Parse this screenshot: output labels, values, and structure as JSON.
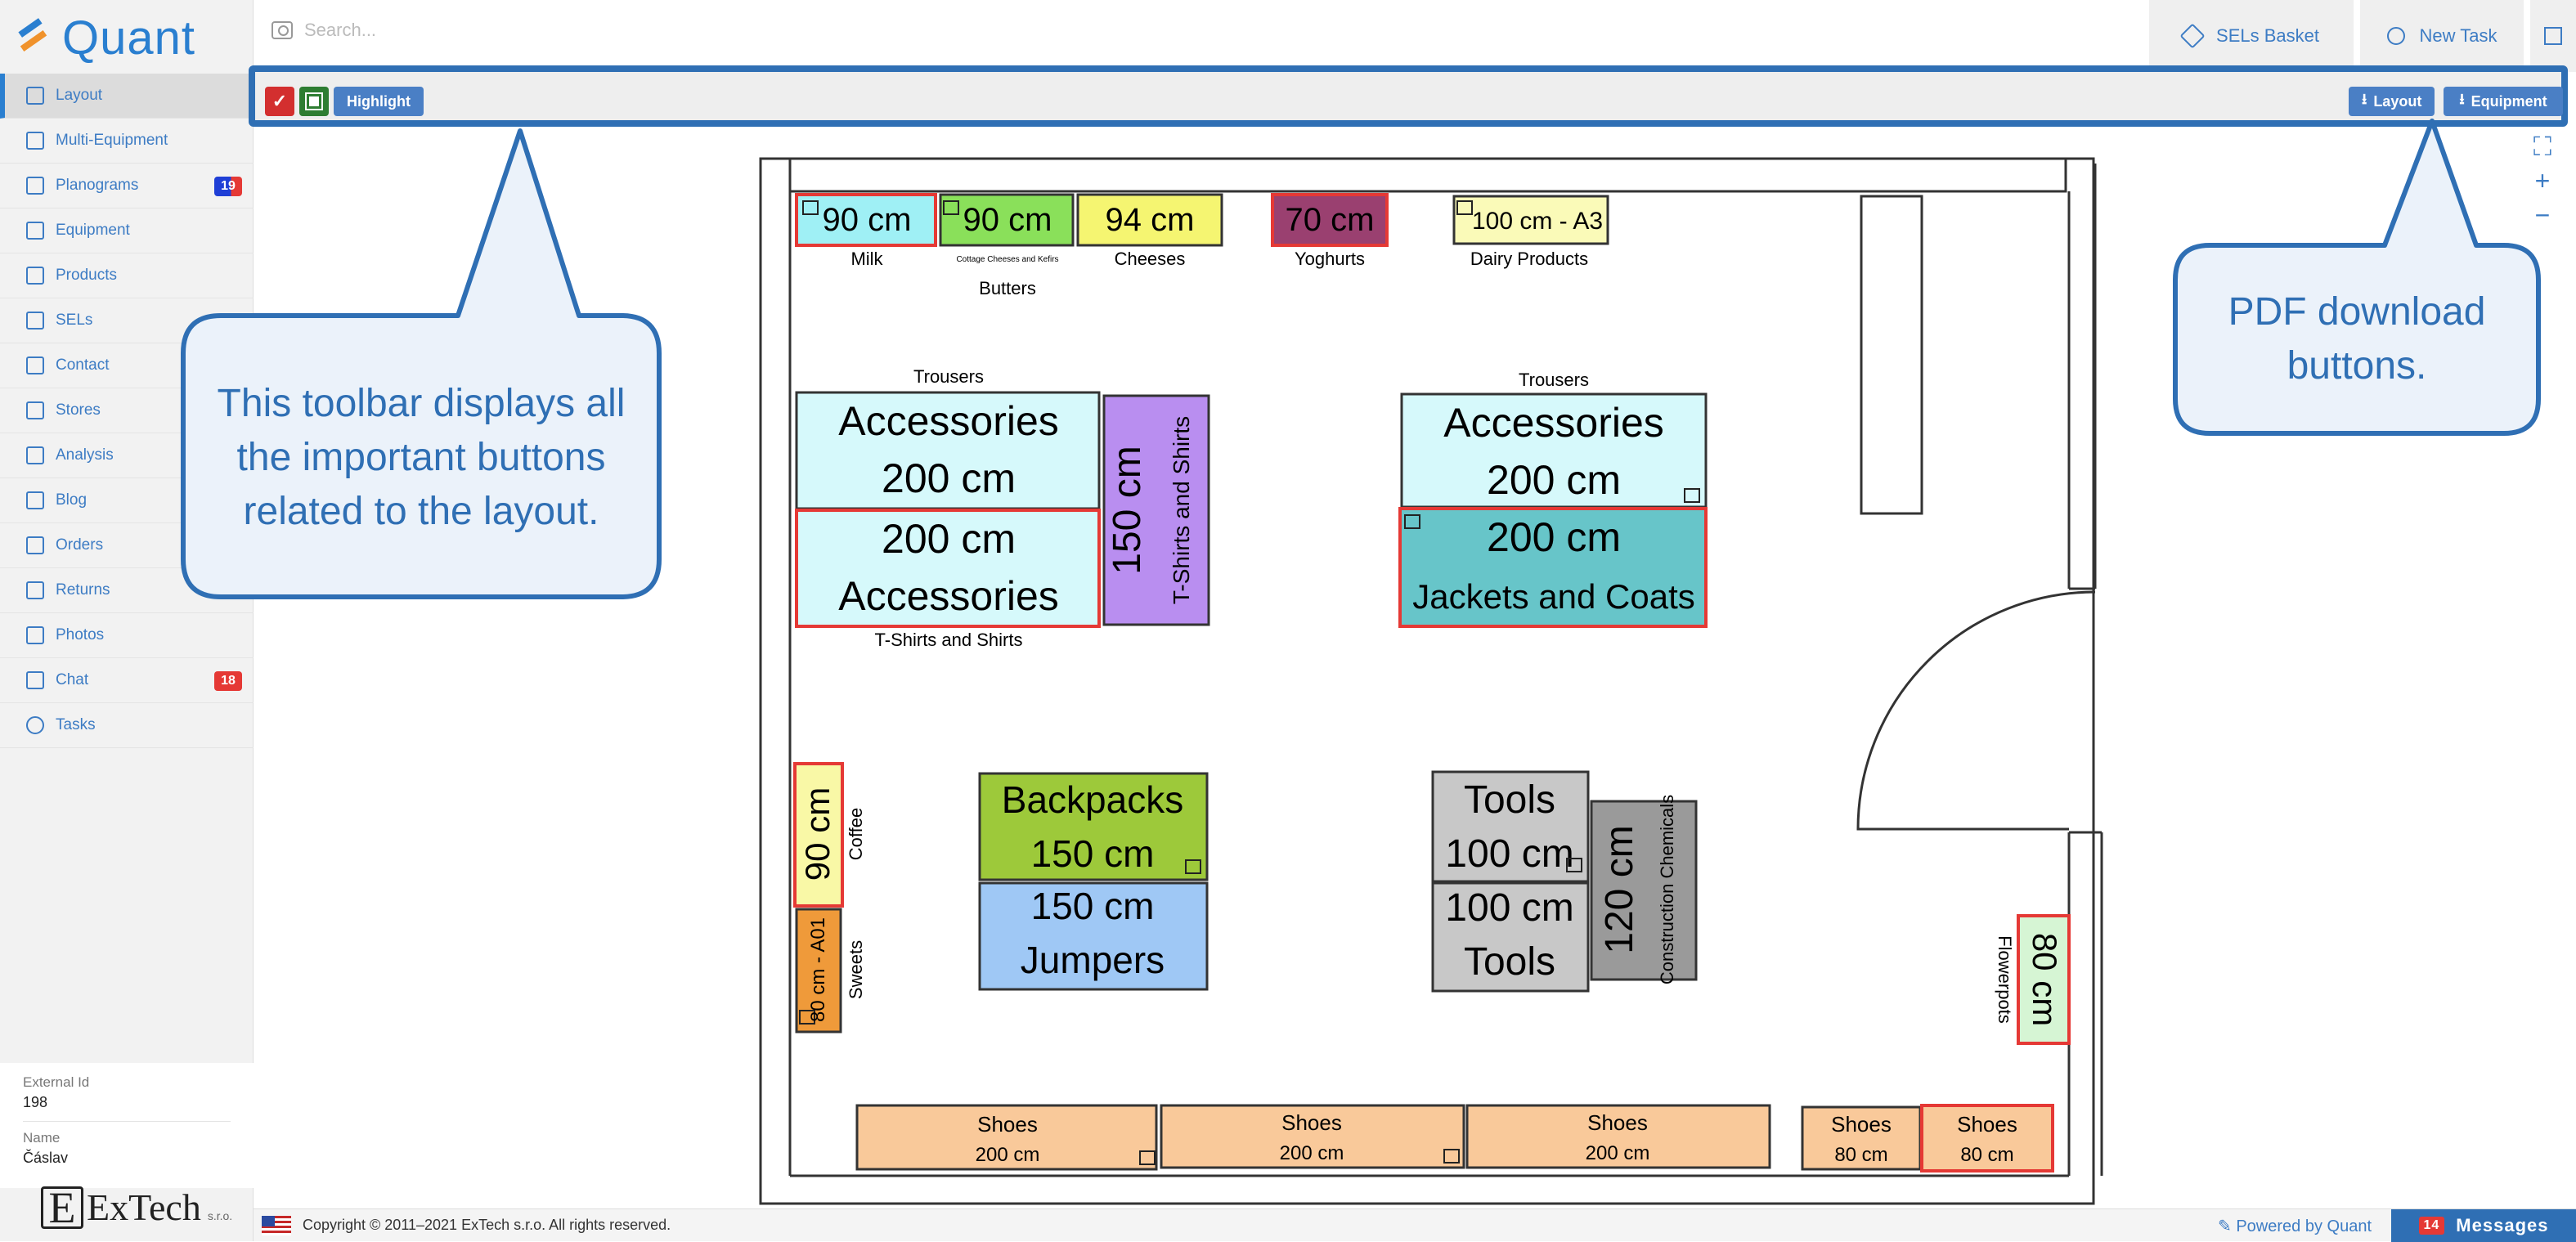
{
  "app": {
    "logo_text": "Quant"
  },
  "search": {
    "placeholder": "Search..."
  },
  "top": {
    "sels_basket": "SELs Basket",
    "new_task": "New Task"
  },
  "sidebar": {
    "items": [
      {
        "label": "Layout"
      },
      {
        "label": "Multi-Equipment"
      },
      {
        "label": "Planograms",
        "badge": "19"
      },
      {
        "label": "Equipment"
      },
      {
        "label": "Products"
      },
      {
        "label": "SELs"
      },
      {
        "label": "Contact"
      },
      {
        "label": "Stores"
      },
      {
        "label": "Analysis"
      },
      {
        "label": "Blog"
      },
      {
        "label": "Orders"
      },
      {
        "label": "Returns"
      },
      {
        "label": "Photos"
      },
      {
        "label": "Chat",
        "badge": "18"
      },
      {
        "label": "Tasks"
      }
    ],
    "external_id_label": "External Id",
    "external_id_value": "198",
    "name_label": "Name",
    "name_value": "Čáslav",
    "company_text": "ExTech",
    "company_suffix": "s.r.o."
  },
  "toolbar": {
    "highlight": "Highlight",
    "layout_pdf": "Layout",
    "equipment_pdf": "Equipment"
  },
  "callouts": {
    "toolbar_note": "This toolbar displays all the important buttons related to the layout.",
    "pdf_note": "PDF download buttons."
  },
  "colors": {
    "accent": "#2f6fb4",
    "callout_fill": "#ebf2fa",
    "badge_red": "#e53935",
    "highlight_red": "#e53935"
  },
  "layout": {
    "milk": {
      "size": "90 cm",
      "name": "Milk"
    },
    "butters": {
      "size": "90 cm",
      "small": "Cottage Cheeses and Kefirs",
      "name": "Butters"
    },
    "cheeses": {
      "size": "94 cm",
      "name": "Cheeses"
    },
    "yoghurts": {
      "size": "70 cm",
      "name": "Yoghurts"
    },
    "dairy": {
      "size": "100 cm - A3",
      "name": "Dairy Products"
    },
    "trousers_left": "Trousers",
    "acc_left_top": {
      "name": "Accessories",
      "size": "200 cm"
    },
    "acc_left_bottom": {
      "size": "200 cm",
      "name": "Accessories"
    },
    "tshirts_vertical": {
      "size": "150 cm",
      "name": "T-Shirts and Shirts"
    },
    "tshirts_left_label": "T-Shirts and Shirts",
    "trousers_right": "Trousers",
    "acc_right_top": {
      "name": "Accessories",
      "size": "200 cm"
    },
    "jackets": {
      "size": "200 cm",
      "name": "Jackets and Coats"
    },
    "coffee": {
      "size": "90 cm",
      "name": "Coffee"
    },
    "sweets": {
      "size": "80 cm - A01",
      "name": "Sweets"
    },
    "backpacks": {
      "name": "Backpacks",
      "size": "150 cm"
    },
    "jumpers": {
      "size": "150 cm",
      "name": "Jumpers"
    },
    "tools_top": {
      "name": "Tools",
      "size": "100 cm"
    },
    "tools_bottom": {
      "size": "100 cm",
      "name": "Tools"
    },
    "chemicals": {
      "size": "120 cm",
      "name": "Construction Chemicals"
    },
    "flowerpots": {
      "size": "80 cm",
      "name": "Flowerpots"
    },
    "shoes": [
      {
        "name": "Shoes",
        "size": "200 cm"
      },
      {
        "name": "Shoes",
        "size": "200 cm"
      },
      {
        "name": "Shoes",
        "size": "200 cm"
      },
      {
        "name": "Shoes",
        "size": "80 cm"
      },
      {
        "name": "Shoes",
        "size": "80 cm"
      }
    ]
  },
  "footer": {
    "copyright": "Copyright © 2011–2021 ExTech s.r.o. All rights reserved.",
    "powered": "Powered by Quant",
    "messages": "Messages",
    "messages_count": "14"
  }
}
